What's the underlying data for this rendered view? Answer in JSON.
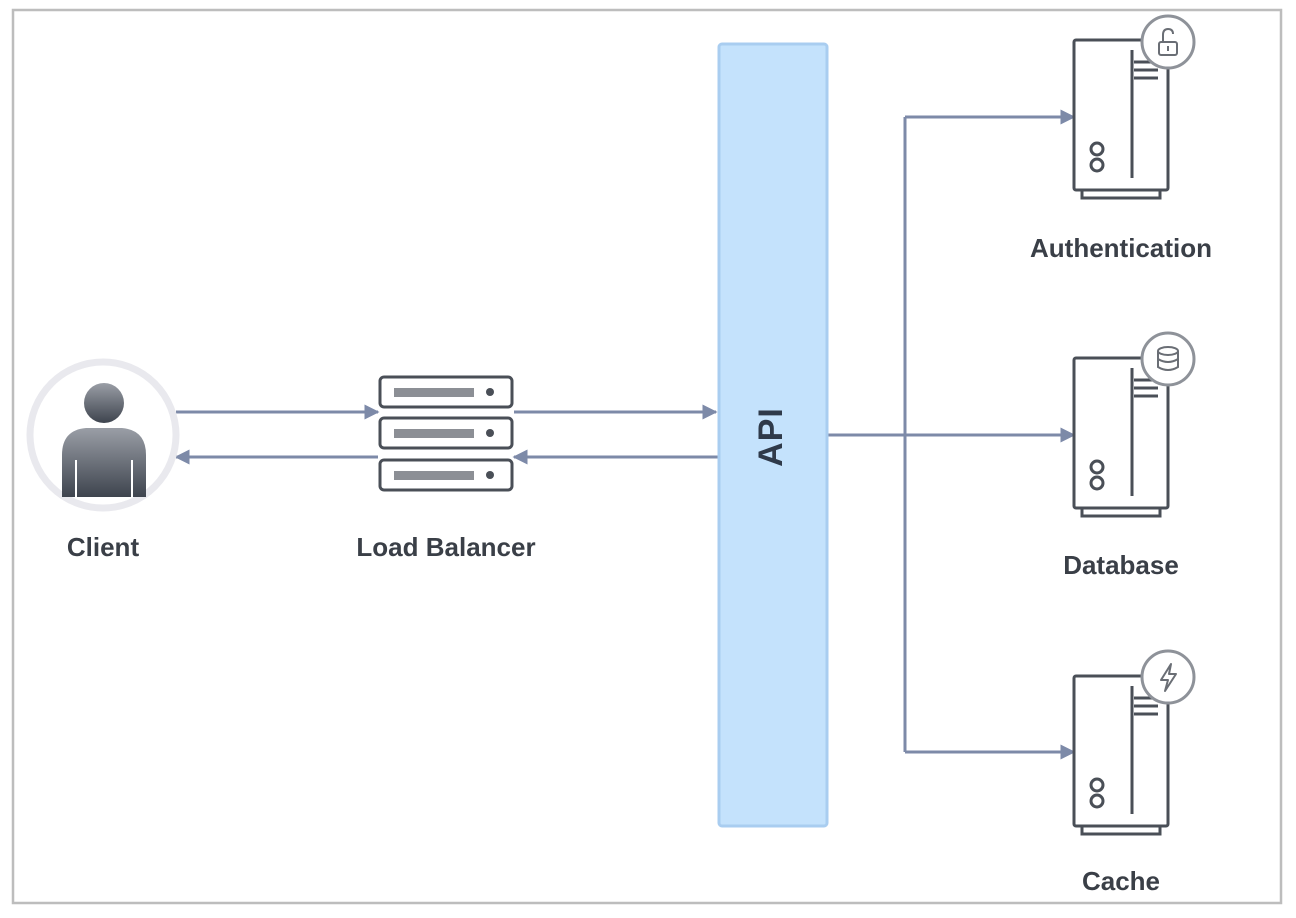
{
  "diagram": {
    "nodes": {
      "client": {
        "label": "Client",
        "icon": "user-icon"
      },
      "load_balancer": {
        "label": "Load Balancer",
        "icon": "server-rack-icon"
      },
      "api": {
        "label": "API"
      },
      "authentication": {
        "label": "Authentication",
        "icon": "server-tower-icon",
        "badge": "unlock-icon"
      },
      "database": {
        "label": "Database",
        "icon": "server-tower-icon",
        "badge": "database-icon"
      },
      "cache": {
        "label": "Cache",
        "icon": "server-tower-icon",
        "badge": "lightning-icon"
      }
    },
    "edges": [
      {
        "from": "client",
        "to": "load_balancer"
      },
      {
        "from": "load_balancer",
        "to": "client"
      },
      {
        "from": "load_balancer",
        "to": "api"
      },
      {
        "from": "api",
        "to": "load_balancer"
      },
      {
        "from": "api",
        "to": "authentication"
      },
      {
        "from": "api",
        "to": "database"
      },
      {
        "from": "api",
        "to": "cache"
      }
    ],
    "colors": {
      "arrow": "#7d8aa8",
      "api_fill": "#c4e2fc",
      "api_stroke": "#a9cdf0",
      "frame": "#bdbdbd",
      "icon_stroke": "#4a4f57",
      "client_ring": "#e9e9ee"
    }
  }
}
